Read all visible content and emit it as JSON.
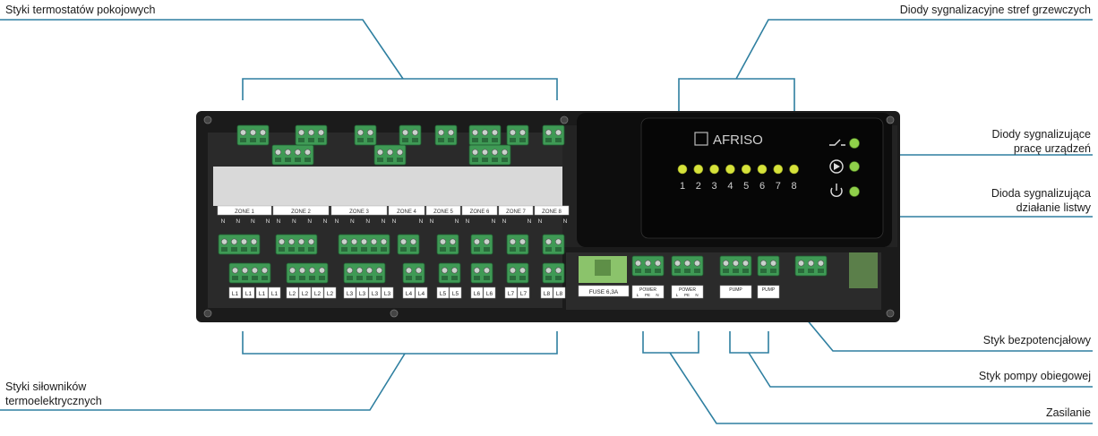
{
  "callouts": {
    "thermostats": "Styki termostatów pokojowych",
    "zone_leds": "Diody sygnalizacyjne stref grzewczych",
    "device_leds_line1": "Diody sygnalizujące",
    "device_leds_line2": "pracę urządzeń",
    "power_led_line1": "Dioda sygnalizująca",
    "power_led_line2": "działanie listwy",
    "potential_free": "Styk bezpotencjałowy",
    "pump": "Styk pompy obiegowej",
    "supply": "Zasilanie",
    "actuators_line1": "Styki siłowników",
    "actuators_line2": "termoelektrycznych"
  },
  "device": {
    "brand": "AFRISO",
    "zone_led_numbers": [
      "1",
      "2",
      "3",
      "4",
      "5",
      "6",
      "7",
      "8"
    ],
    "zone_labels": [
      "ZONE 1",
      "ZONE 2",
      "ZONE 3",
      "ZONE 4",
      "ZONE 5",
      "ZONE 6",
      "ZONE 7",
      "ZONE 8"
    ],
    "fuse_label": "FUSE 6,3A",
    "power_label": "POWER",
    "pump_label": "PUMP",
    "terminal_n": "N",
    "terminal_pe": "PE",
    "terminal_l": "L",
    "l_labels": [
      "L1",
      "L1",
      "L1",
      "L1",
      "L2",
      "L2",
      "L2",
      "L2",
      "L3",
      "L3",
      "L3",
      "L3",
      "L4",
      "L4",
      "L5",
      "L5",
      "L6",
      "L6",
      "L7",
      "L7",
      "L8",
      "L8"
    ]
  },
  "colors": {
    "led": "#d6e23a",
    "terminal_green": "#3f9a55",
    "callout_line": "#2e7fa0",
    "housing": "#1b1b1b"
  }
}
